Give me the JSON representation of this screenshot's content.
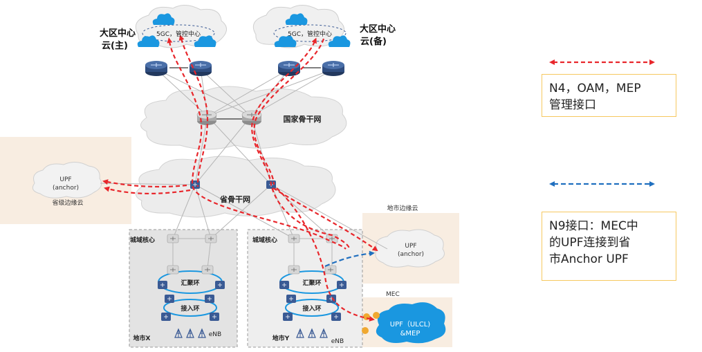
{
  "regions": {
    "main_center": {
      "line1": "大区中心",
      "line2": "云(主)",
      "core": "5GC，管控中心"
    },
    "backup_center": {
      "line1": "大区中心",
      "line2": "云(备)",
      "core": "5GC，管控中心"
    },
    "national_backbone": "国家骨干网",
    "provincial_backbone": "省骨干网",
    "provincial_edge": {
      "upf": "UPF",
      "anchor": "(anchor)",
      "label": "省级边缘云"
    },
    "city_edge": {
      "title": "地市边缘云",
      "upf": "UPF",
      "anchor": "(anchor)"
    },
    "mec": {
      "title": "MEC",
      "line1": "UPF（ULCL)",
      "line2": "&MEP"
    },
    "city_x": {
      "core": "城域核心",
      "agg": "汇聚环",
      "access": "接入环",
      "enb": "eNB",
      "name": "地市X"
    },
    "city_y": {
      "core": "城域核心",
      "agg": "汇聚环",
      "access": "接入环",
      "enb": "eNB",
      "name": "地市Y"
    }
  },
  "legend": {
    "red": {
      "line1": "N4，OAM，MEP",
      "line2": "管理接口",
      "color": "#e8262b"
    },
    "blue": {
      "line1": "N9接口：MEC中",
      "line2": "的UPF连接到省",
      "line3": "市Anchor UPF",
      "color": "#1f6fbf"
    }
  }
}
